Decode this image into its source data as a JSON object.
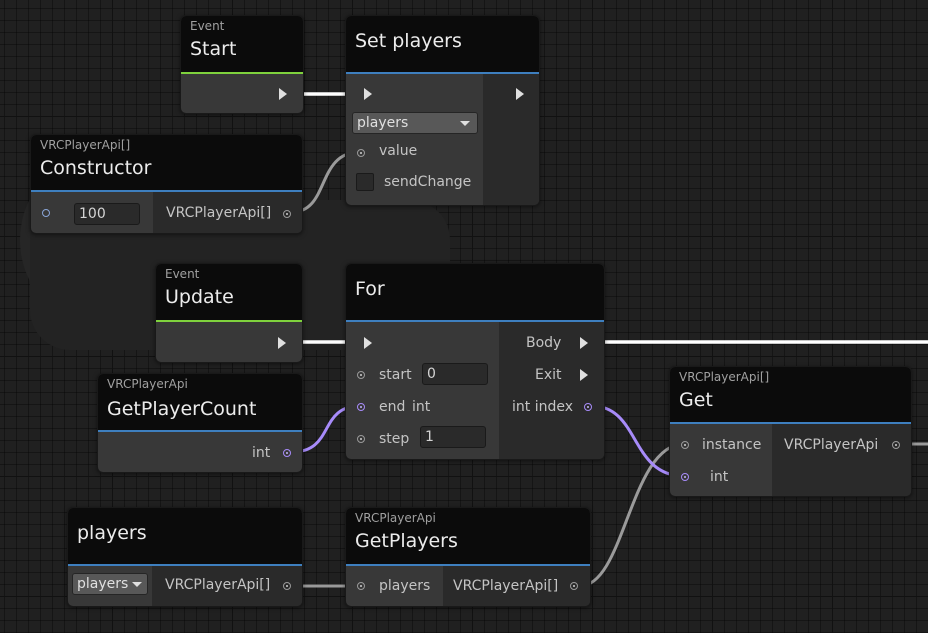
{
  "nodes": {
    "start_event": {
      "subtitle": "Event",
      "title": "Start"
    },
    "set_players": {
      "title": "Set players",
      "variable": "players",
      "value_label": "value",
      "sendchange_label": "sendChange"
    },
    "constructor": {
      "subtitle": "VRCPlayerApi[]",
      "title": "Constructor",
      "size_value": "100",
      "output_label": "VRCPlayerApi[]"
    },
    "update_event": {
      "subtitle": "Event",
      "title": "Update"
    },
    "for_loop": {
      "title": "For",
      "start_label": "start",
      "start_value": "0",
      "end_label": "end",
      "end_type": "int",
      "step_label": "step",
      "step_value": "1",
      "body_label": "Body",
      "exit_label": "Exit",
      "index_label": "int index"
    },
    "get_player_count": {
      "subtitle": "VRCPlayerApi",
      "title": "GetPlayerCount",
      "output_label": "int"
    },
    "get": {
      "subtitle": "VRCPlayerApi[]",
      "title": "Get",
      "instance_label": "instance",
      "int_label": "int",
      "output_label": "VRCPlayerApi"
    },
    "players_var": {
      "title": "players",
      "dropdown": "players",
      "output_label": "VRCPlayerApi[]"
    },
    "get_players": {
      "subtitle": "VRCPlayerApi",
      "title": "GetPlayers",
      "input_label": "players",
      "output_label": "VRCPlayerApi[]"
    }
  },
  "colors": {
    "background": "#202020",
    "node_body": "#383838",
    "node_header": "#0b0b0b",
    "header_accent_blue": "#3e7fbf",
    "header_accent_green": "#7fd23d",
    "wire_flow": "#ffffff",
    "wire_data": "#9a9a9a",
    "wire_int": "#a78bfa"
  }
}
